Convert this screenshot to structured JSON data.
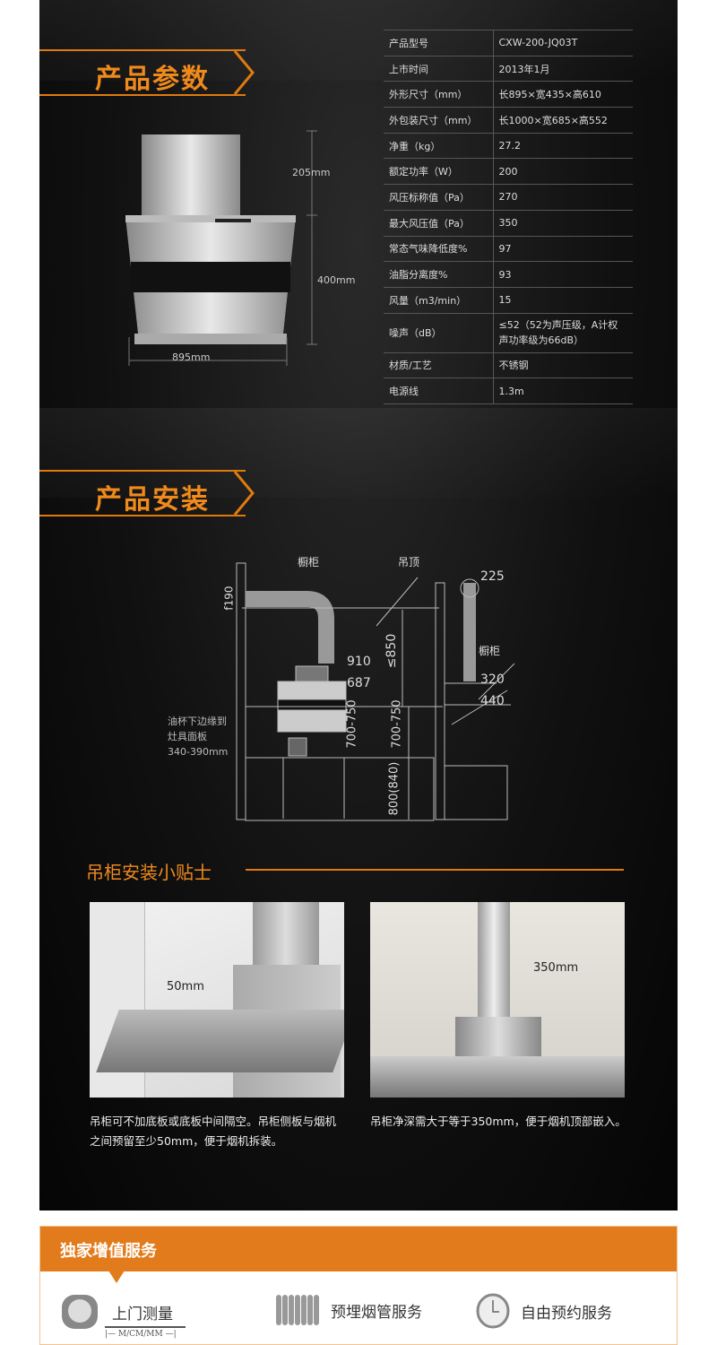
{
  "params": {
    "title": "产品参数",
    "dims": {
      "height_chimney": "205mm",
      "height_body": "400mm",
      "width": "895mm"
    },
    "rows": [
      {
        "label": "产品型号",
        "value": "CXW-200-JQ03T"
      },
      {
        "label": "上市时间",
        "value": "2013年1月"
      },
      {
        "label": "外形尺寸（mm）",
        "value": "长895×宽435×高610"
      },
      {
        "label": "外包装尺寸（mm）",
        "value": "长1000×宽685×高552"
      },
      {
        "label": "净重（kg）",
        "value": "27.2"
      },
      {
        "label": "额定功率（W）",
        "value": "200"
      },
      {
        "label": "风压标称值（Pa）",
        "value": "270"
      },
      {
        "label": "最大风压值（Pa）",
        "value": "350"
      },
      {
        "label": "常态气味降低度%",
        "value": "97"
      },
      {
        "label": "油脂分离度%",
        "value": "93"
      },
      {
        "label": "风量（m3/min）",
        "value": "15"
      },
      {
        "label": "噪声（dB）",
        "value": "≤52（52为声压级，A计权声功率级为66dB）"
      },
      {
        "label": "材质/工艺",
        "value": "不锈钢"
      },
      {
        "label": "电源线",
        "value": "1.3m"
      }
    ]
  },
  "install": {
    "title": "产品安装",
    "labels": {
      "cabinet": "橱柜",
      "ceiling": "吊顶",
      "cabinet2": "橱柜",
      "oil_note_1": "油杯下边缘到",
      "oil_note_2": "灶具面板",
      "oil_note_3": "340-390mm"
    },
    "dims": {
      "d190": "f190",
      "d910": "910",
      "d687": "687",
      "d850": "≤850",
      "d700a": "700-750",
      "d700b": "700-750",
      "d800": "800(840)",
      "d225": "225",
      "d320": "320",
      "d440": "440"
    }
  },
  "tips": {
    "title": "吊柜安装小贴士",
    "photos": [
      {
        "dim": "50mm",
        "caption_1": "吊柜可不加底板或底板中间隔空。吊柜侧板与烟机",
        "caption_2": "之间预留至少50mm，便于烟机拆装。"
      },
      {
        "dim": "350mm",
        "caption_1": "吊柜净深需大于等于350mm，便于烟机顶部嵌入。"
      }
    ]
  },
  "services": {
    "title": "独家增值服务",
    "accent": "#e27b1c",
    "items": [
      {
        "icon": "tape-measure-icon",
        "label": "上门测量",
        "sub": "|— M/CM/MM —|"
      },
      {
        "icon": "duct-pipe-icon",
        "label": "预埋烟管服务"
      },
      {
        "icon": "clock-icon",
        "label": "自由预约服务"
      }
    ]
  }
}
